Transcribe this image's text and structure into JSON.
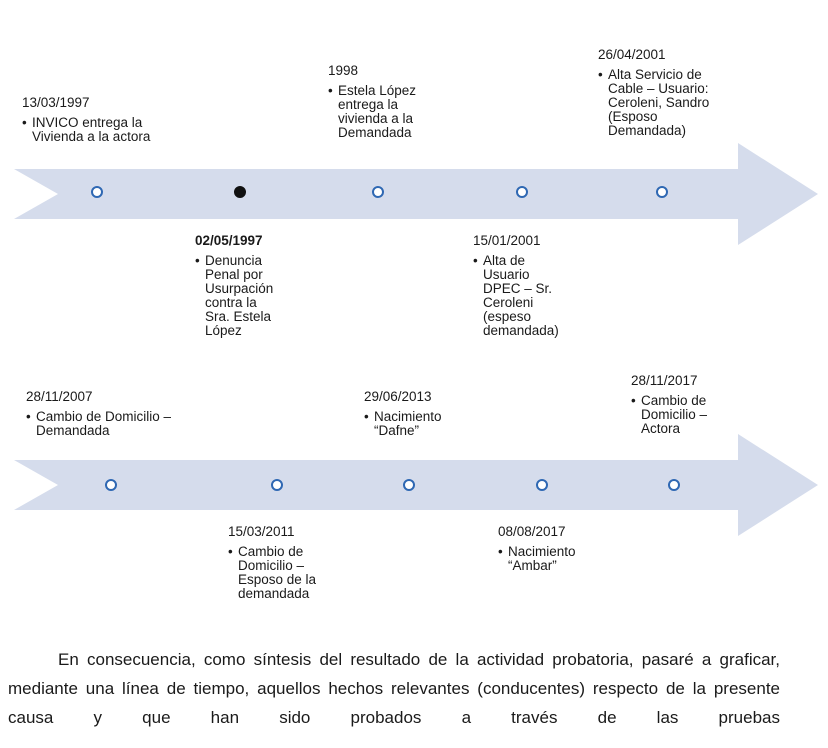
{
  "timelines": [
    {
      "events": [
        {
          "date": "13/03/1997",
          "desc": "INVICO entrega la\nVivienda a la actora",
          "bold": false,
          "filled": false
        },
        {
          "date": "02/05/1997",
          "desc": "Denuncia\nPenal por\nUsurpación\ncontra la\nSra. Estela\nLópez",
          "bold": true,
          "filled": true
        },
        {
          "date": "1998",
          "desc": "Estela López\nentrega la\nvivienda  a la\nDemandada",
          "bold": false,
          "filled": false
        },
        {
          "date": "15/01/2001",
          "desc": "Alta de\nUsuario\nDPEC – Sr.\nCeroleni\n(espeso\ndemandada)",
          "bold": false,
          "filled": false
        },
        {
          "date": "26/04/2001",
          "desc": "Alta Servicio de\nCable – Usuario:\nCeroleni, Sandro\n(Esposo\nDemandada)",
          "bold": false,
          "filled": false
        }
      ]
    },
    {
      "events": [
        {
          "date": "28/11/2007",
          "desc": "Cambio de Domicilio –\nDemandada",
          "bold": false,
          "filled": false
        },
        {
          "date": "15/03/2011",
          "desc": "Cambio de\nDomicilio –\nEsposo de la\ndemandada",
          "bold": false,
          "filled": false
        },
        {
          "date": "29/06/2013",
          "desc": "Nacimiento\n“Dafne”",
          "bold": false,
          "filled": false
        },
        {
          "date": "08/08/2017",
          "desc": "Nacimiento\n“Ambar”",
          "bold": false,
          "filled": false
        },
        {
          "date": "28/11/2017",
          "desc": "Cambio de\nDomicilio –\nActora",
          "bold": false,
          "filled": false
        }
      ]
    }
  ],
  "colors": {
    "arrow_fill": "#d5dcec",
    "dot_border": "#2f68b3",
    "dot_filled": "#111111"
  },
  "paragraph": "En consecuencia, como síntesis del resultado de la actividad probatoria, pasaré a graficar, mediante una línea de tiempo, aquellos hechos relevantes (conducentes) respecto de la presente causa y que han sido probados a través de las pruebas"
}
